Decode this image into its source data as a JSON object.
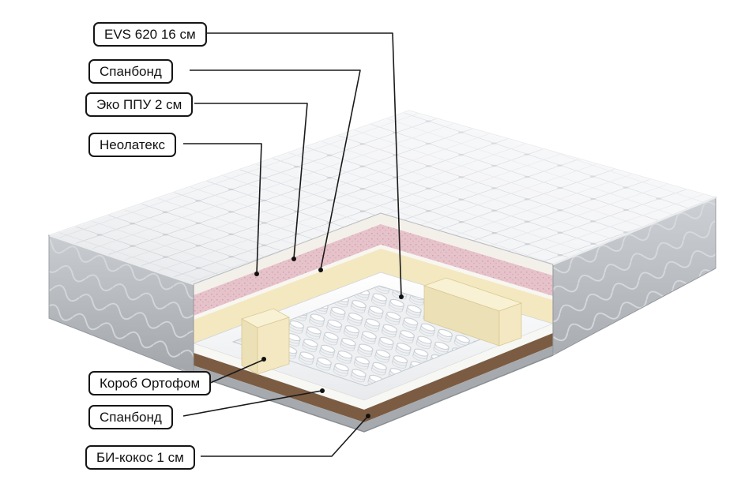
{
  "diagram": {
    "type": "mattress-layers-cutaway",
    "labels": [
      {
        "id": "evs",
        "text": "EVS 620 16 см"
      },
      {
        "id": "spanbond_top",
        "text": "Спанбонд"
      },
      {
        "id": "eko_ppu",
        "text": "Эко ППУ 2 см"
      },
      {
        "id": "neolatex",
        "text": "Неолатекс"
      },
      {
        "id": "korob_ortofom",
        "text": "Короб Ортофом"
      },
      {
        "id": "spanbond_bottom",
        "text": "Спанбонд"
      },
      {
        "id": "bi_kokos",
        "text": "БИ-кокос 1 см"
      }
    ],
    "colors": {
      "quilt_top": "#f4f5f7",
      "side_fabric": "#b5b8bd",
      "pink_layer": "#e6c3ca",
      "cream_foam": "#f4e8c0",
      "springs": "#ffffff",
      "coconut": "#7b5c42",
      "base_trim": "#a6aaae",
      "callout_line": "#1a1a1a"
    }
  }
}
